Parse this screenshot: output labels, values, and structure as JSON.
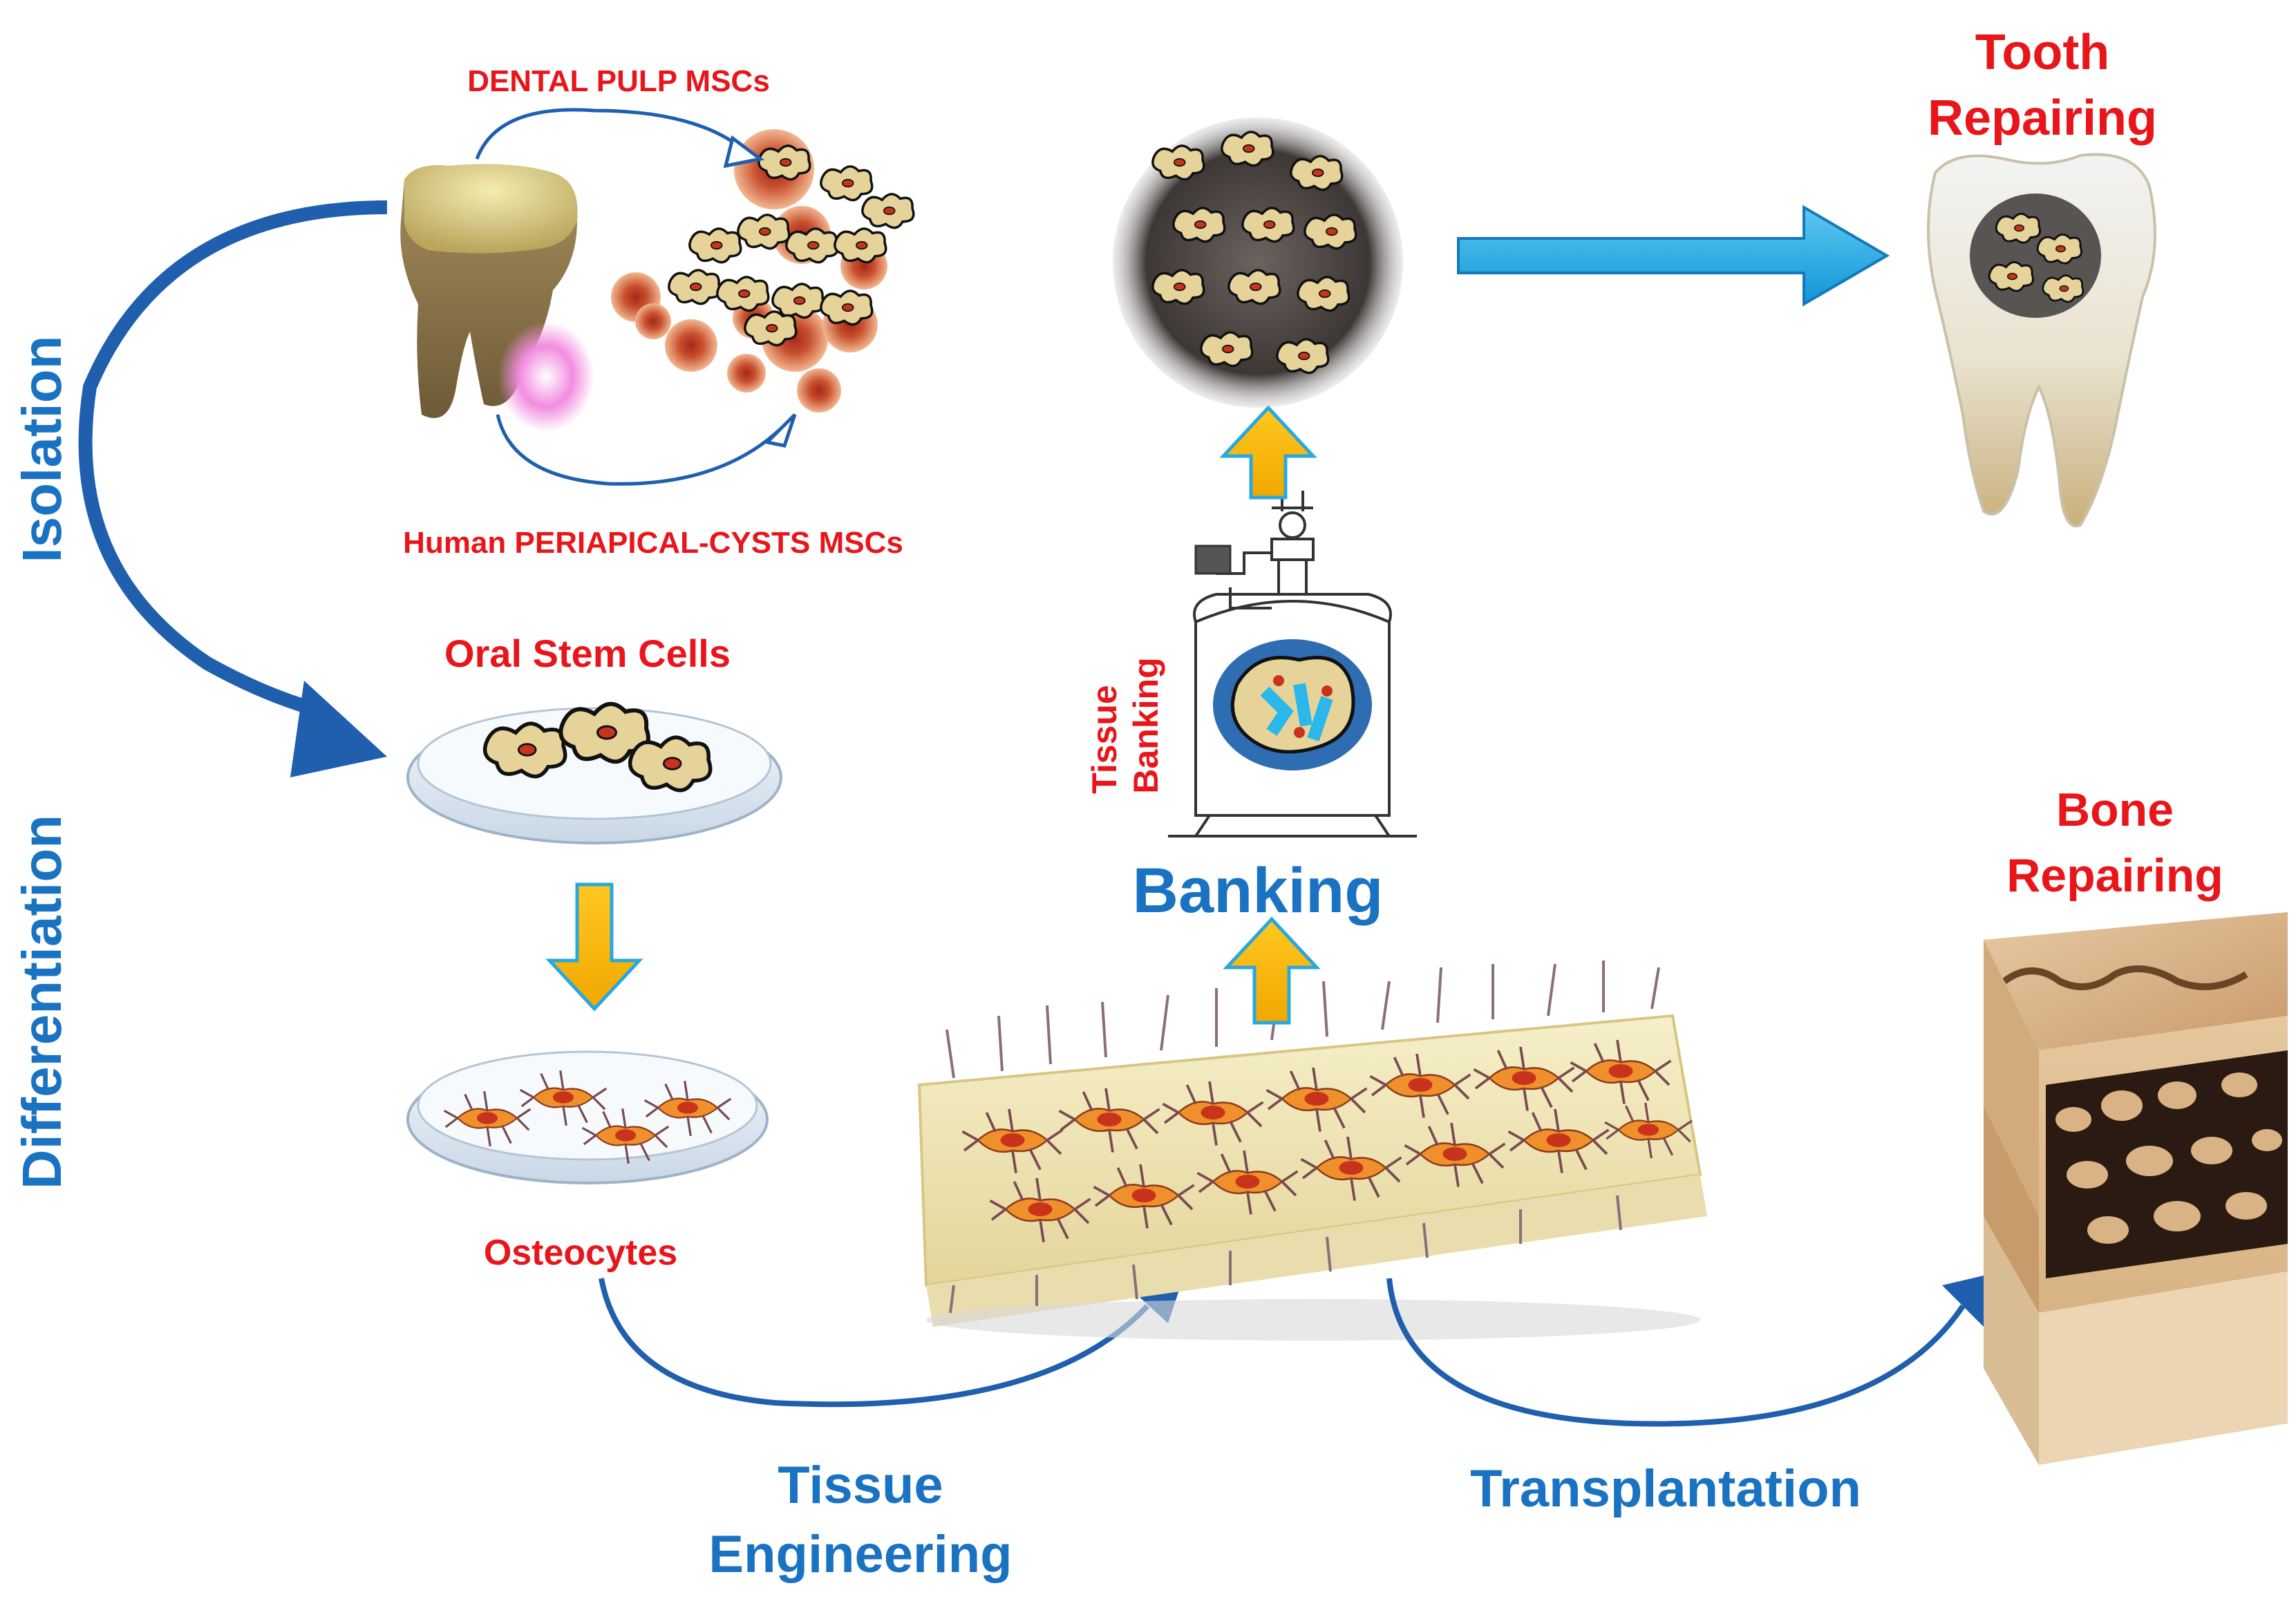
{
  "labels": {
    "dental_pulp": "DENTAL PULP MSCs",
    "periapical": "Human PERIAPICAL-CYSTS MSCs",
    "oral_stem_cells": "Oral Stem Cells",
    "osteocytes": "Osteocytes",
    "tooth_repairing_1": "Tooth",
    "tooth_repairing_2": "Repairing",
    "bone_repairing_1": "Bone",
    "bone_repairing_2": "Repairing",
    "tissue_banking_1": "Tissue",
    "tissue_banking_2": "Banking",
    "banking": "Banking",
    "isolation": "Isolation",
    "differentiation": "Differentiation",
    "tissue_engineering_1": "Tissue",
    "tissue_engineering_2": "Engineering",
    "transplantation": "Transplantation"
  },
  "colors": {
    "label_red": "#e8161b",
    "label_blue": "#1a73c2",
    "arrow_blue": "#1f5fae",
    "arrow_yellow": "#f5b400",
    "arrow_cyan": "#1ba4e0",
    "cell_tan": "#d9c48c",
    "nucleus": "#c8341b"
  }
}
